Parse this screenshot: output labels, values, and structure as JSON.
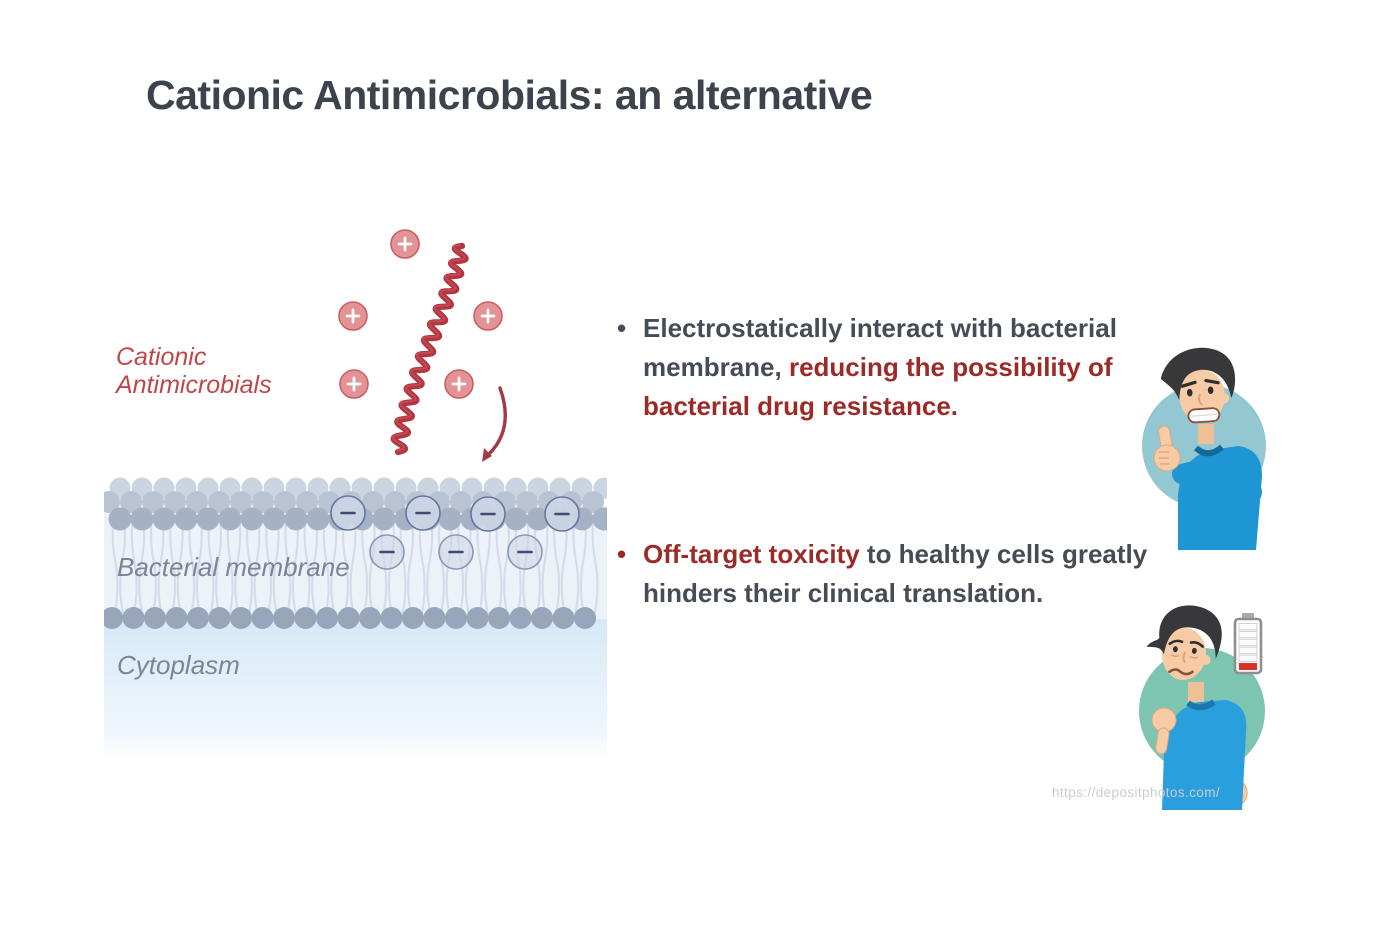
{
  "slide": {
    "title": "Cationic Antimicrobials: an alternative",
    "background": "#ffffff"
  },
  "diagram": {
    "cationic_label": {
      "line1": "Cationic",
      "line2": "Antimicrobials"
    },
    "membrane_label": "Bacterial membrane",
    "cytoplasm_label": "Cytoplasm",
    "cation_symbol": "+",
    "anion_symbol": "−",
    "cation_count": 5,
    "anion_count": 7
  },
  "bullets": {
    "marker_glyph": "•",
    "items": [
      {
        "marker_color": "gray",
        "lines": [
          [
            {
              "text": "Electrostatically interact with bacterial",
              "color": "gray"
            }
          ],
          [
            {
              "text": "membrane, ",
              "color": "gray"
            },
            {
              "text": "reducing the possibility of",
              "color": "red"
            }
          ],
          [
            {
              "text": "bacterial drug resistance.",
              "color": "red"
            }
          ]
        ]
      },
      {
        "marker_color": "red",
        "lines": [
          [
            {
              "text": "Off-target toxicity",
              "color": "red"
            },
            {
              "text": " to healthy cells greatly",
              "color": "gray"
            }
          ],
          [
            {
              "text": "hinders their clinical translation.",
              "color": "gray"
            }
          ]
        ]
      }
    ]
  },
  "figures": {
    "positive_icon": "thumbs-up-man",
    "negative_icon": "thumbs-down-man",
    "battery_icon": "low-battery"
  },
  "watermark": "https://depositphotos.com/",
  "colors": {
    "title_text": "#3d434d",
    "gray": "#454c56",
    "red": "#9c2b27",
    "cationic_label_red": "#c04747",
    "diagram_label_gray": "#7c8595",
    "cation_fill": "#e39396",
    "cation_stroke": "#c96065",
    "helix_red": "#b23540",
    "helix_highlight": "#cf5a60",
    "arrow_red": "#a53a44",
    "anion_fill": "#ccd5e5",
    "anion_stroke": "#67759c",
    "anion_glyph": "#3f4a70",
    "lipid_head_front": "#a5b2c6",
    "lipid_head_mid": "#b9c3d4",
    "lipid_head_back": "#cbd4e1",
    "lipid_head_bottom": "#98a6bb",
    "lipid_tail": "#cdd6e5",
    "tail_region": "#edf2f9",
    "cytoplasm_top": "#d5e8f6",
    "figure_circle_blue": "#93c7d2",
    "figure_circle_green": "#7dc4b1",
    "shirt_blue": "#1f96d4",
    "shirt_blue_2": "#29a0dd",
    "shirt_shadow": "#14699c",
    "skin": "#f6cba6",
    "skin_stroke": "#e0a87c",
    "hair": "#38383b",
    "battery_red": "#da3025"
  }
}
